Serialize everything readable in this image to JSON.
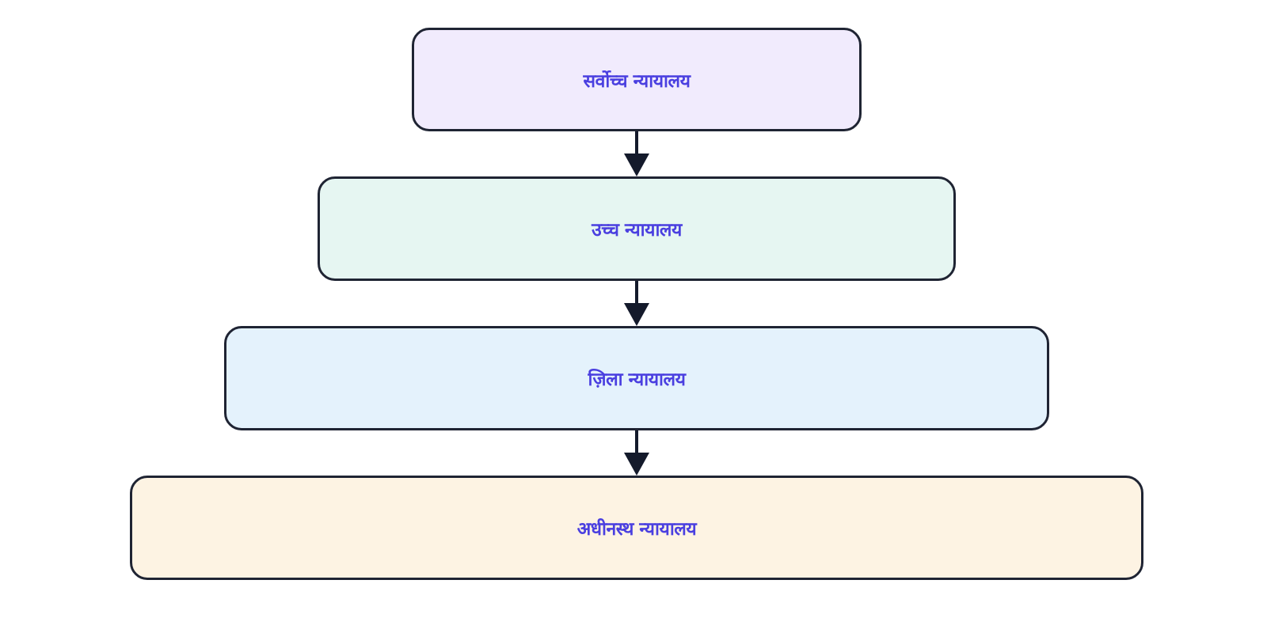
{
  "diagram": {
    "nodes": [
      {
        "label": "सर्वोच्च न्यायालय",
        "fill": "#f1ebfd"
      },
      {
        "label": "उच्च न्यायालय",
        "fill": "#e6f6f2"
      },
      {
        "label": "ज़िला न्यायालय",
        "fill": "#e4f2fc"
      },
      {
        "label": "अधीनस्थ न्यायालय",
        "fill": "#fdf3e3"
      }
    ],
    "colors": {
      "border": "#1f2433",
      "text": "#4a3fe0",
      "arrow": "#141a2b"
    }
  }
}
